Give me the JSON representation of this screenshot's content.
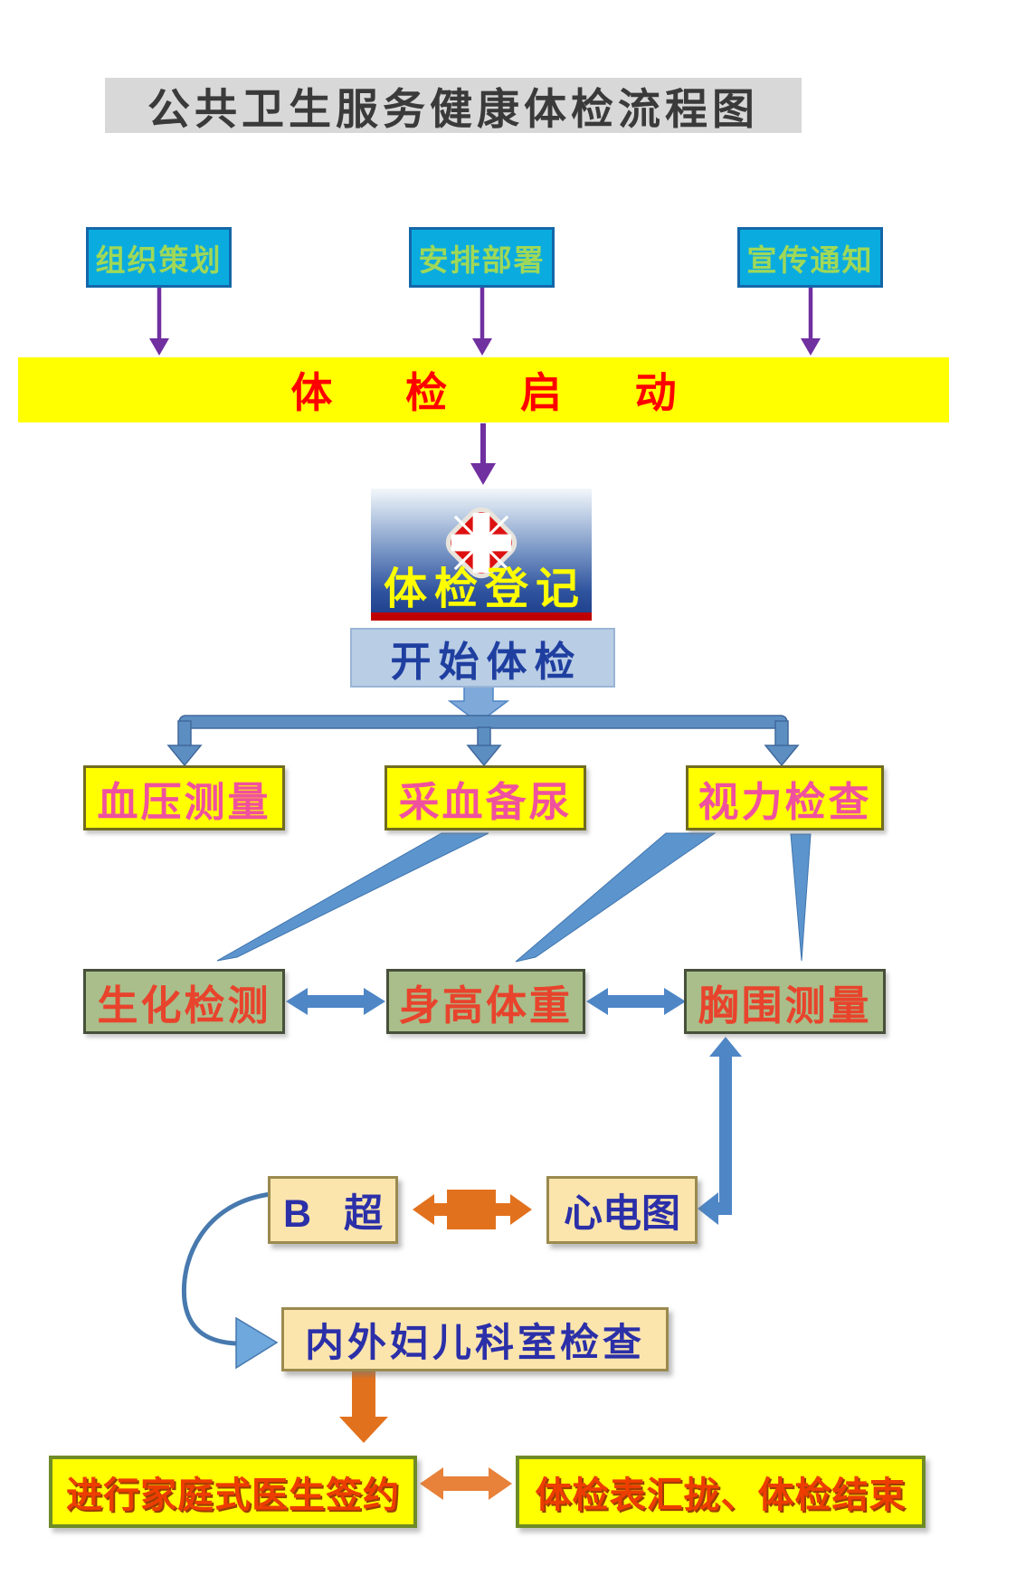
{
  "title": {
    "text": "公共卫生服务健康体检流程图"
  },
  "plan_row": {
    "items": [
      {
        "label": "组织策划"
      },
      {
        "label": "安排部署"
      },
      {
        "label": "宣传通知"
      }
    ]
  },
  "banner": {
    "label": "体 检 启 动"
  },
  "registration": {
    "label": "体检登记",
    "icon": "hospital-cross-icon"
  },
  "start_box": {
    "label": "开始体检"
  },
  "first_exams": {
    "items": [
      {
        "label": "血压测量"
      },
      {
        "label": "采血备尿"
      },
      {
        "label": "视力检查"
      }
    ]
  },
  "second_exams": {
    "items": [
      {
        "label": "生化检测"
      },
      {
        "label": "身高体重"
      },
      {
        "label": "胸围测量"
      }
    ]
  },
  "third_exams": {
    "b_ultrasound": {
      "label": "B   超"
    },
    "ecg": {
      "label": "心电图"
    }
  },
  "dept_exam": {
    "label": "内外妇儿科室检查"
  },
  "final_row": {
    "left": {
      "label": "进行家庭式医生签约"
    },
    "right": {
      "label": "体检表汇拢、体检结束"
    }
  },
  "colors": {
    "title_bg": "#d8d8d8",
    "plan_box_fill": "#0aace0",
    "plan_box_text": "#9fd858",
    "purple_arrow": "#7030a0",
    "banner_bg": "#ffff00",
    "banner_text": "#ff0000",
    "blue_connector": "#5d8ec2",
    "start_box_fill": "#b9cde5",
    "start_box_text": "#1f3fa0",
    "exam_yellow_fill": "#ffff00",
    "exam_magenta_text": "#f0519e",
    "exam_green_fill": "#a9be8a",
    "exam_red_text": "#e8432c",
    "cream_fill": "#fbe5ad",
    "navy_text": "#2b2fa8",
    "orange_connector": "#e2711d",
    "logo_cross_red": "#dd1111",
    "logo_label_text": "#ffff00",
    "logo_underline": "#c00000"
  }
}
